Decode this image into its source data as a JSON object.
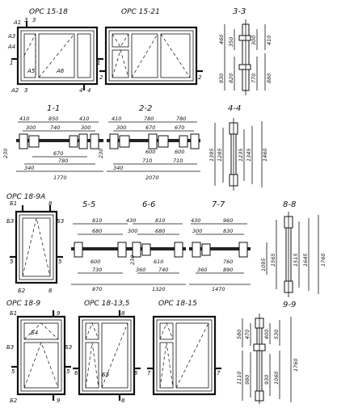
{
  "windows": {
    "w1": {
      "title": "ОРС 15-18"
    },
    "w2": {
      "title": "ОРС 15-21"
    },
    "w3": {
      "title": "ОРС 18-9А"
    },
    "w4": {
      "title": "ОРС 18-9"
    },
    "w5": {
      "title": "ОРС 18-13,5"
    },
    "w6": {
      "title": "ОРС 18-15"
    }
  },
  "sections": {
    "s33": "3-3",
    "s11": "1-1",
    "s22": "2-2",
    "s44": "4-4",
    "s55": "5-5",
    "s66": "6-6",
    "s77": "7-7",
    "s88": "8-8",
    "s99": "9-9"
  },
  "marks": {
    "a1": "А1",
    "a2": "А2",
    "a3": "А3",
    "a4": "А4",
    "a5": "А5",
    "a6": "А6",
    "b1": "Б1",
    "b2": "Б2",
    "b3": "Б3",
    "b4": "Б4",
    "b5": "Б5",
    "n1": "1",
    "n2": "2",
    "n3": "3",
    "n4": "4",
    "n5": "5",
    "n6": "6",
    "n7": "7",
    "n8": "8",
    "n9": "9"
  },
  "dims": {
    "d33": [
      "460",
      "350",
      "300",
      "410",
      "930",
      "820",
      "770",
      "880"
    ],
    "d11": [
      "410",
      "850",
      "410",
      "300",
      "740",
      "300",
      "230",
      "670",
      "780",
      "340",
      "1770"
    ],
    "d22": [
      "410",
      "780",
      "780",
      "300",
      "670",
      "670",
      "600",
      "600",
      "230",
      "710",
      "710",
      "340",
      "2070"
    ],
    "d44": [
      "1395",
      "1285",
      "1235",
      "1345",
      "1460"
    ],
    "d55": [
      "810",
      "680",
      "600",
      "730",
      "870"
    ],
    "d66": [
      "430",
      "810",
      "300",
      "680",
      "230",
      "610",
      "360",
      "740",
      "1320"
    ],
    "d77": [
      "430",
      "960",
      "300",
      "830",
      "760",
      "360",
      "890",
      "1470"
    ],
    "d88": [
      "1095",
      "1565",
      "1515",
      "1645",
      "1760"
    ],
    "d99": [
      "580",
      "470",
      "400",
      "530",
      "1110",
      "980",
      "930",
      "1060",
      "1760"
    ]
  }
}
